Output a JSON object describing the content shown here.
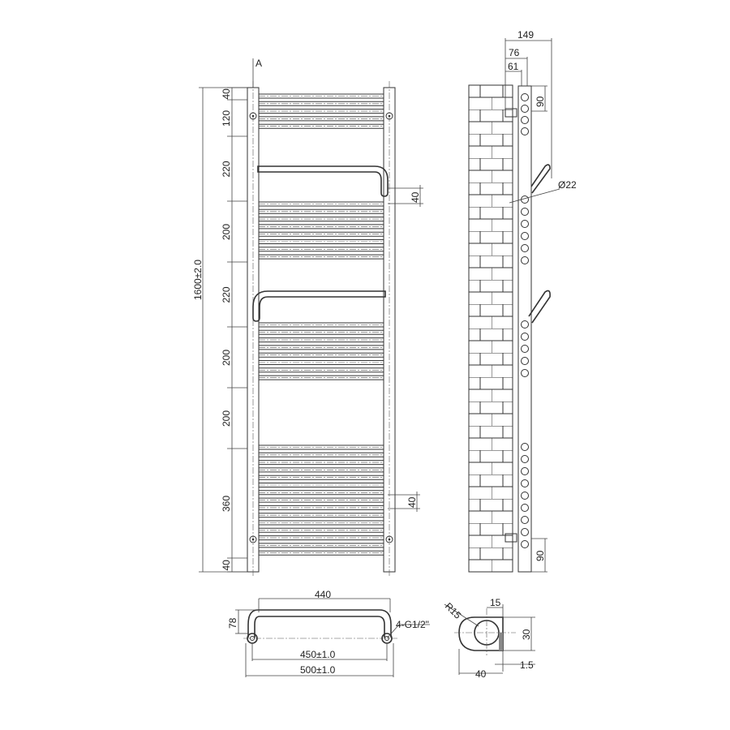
{
  "front_view": {
    "section_marker": "A",
    "overall_height": "1600±2.0",
    "segments": [
      "40",
      "120",
      "220",
      "200",
      "220",
      "200",
      "200",
      "360",
      "40"
    ],
    "towel_bar_offset_top": "40",
    "towel_bar_offset_bottom": "40"
  },
  "side_view": {
    "depth_total": "149",
    "depth_mid": "76",
    "depth_wall": "61",
    "bracket_top": "90",
    "bracket_bottom": "90",
    "tube_diameter": "Ø22"
  },
  "top_view": {
    "bar_width": "440",
    "bar_depth": "78",
    "connection": "4-G1/2\"",
    "center_distance": "450±1.0",
    "overall_width": "500±1.0"
  },
  "section_view": {
    "radius": "R15",
    "width_top": "15",
    "height": "30",
    "wall": "1.5",
    "width": "40"
  },
  "colors": {
    "line": "#333333",
    "background": "#ffffff"
  }
}
